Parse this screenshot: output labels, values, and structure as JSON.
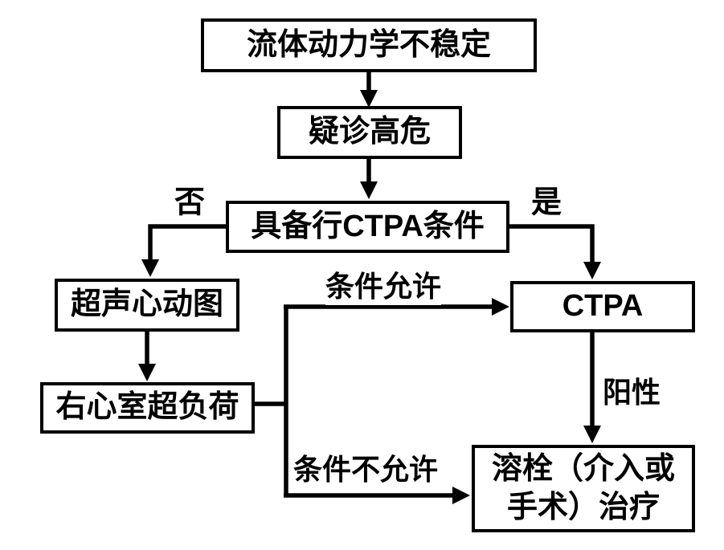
{
  "diagram": {
    "title": "high-risk-pulmonary-embolism-diagnosis-flowchart",
    "background_color": "#ffffff",
    "line_color": "#000000",
    "nodes": {
      "unstable": {
        "label": "流体动力学不稳定"
      },
      "suspect_high_risk": {
        "label": "疑诊高危"
      },
      "ctpa_condition": {
        "label": "具备行CTPA条件"
      },
      "echocardiography": {
        "label": "超声心动图"
      },
      "rv_overload": {
        "label": "右心室超负荷"
      },
      "ctpa": {
        "label": "CTPA"
      },
      "thrombolysis": {
        "label": "溶栓（介入或\n手术）治疗"
      }
    },
    "edge_labels": {
      "no": "否",
      "yes": "是",
      "condition_allows": "条件允许",
      "positive": "阳性",
      "condition_not_allows": "条件不允许"
    },
    "edges": [
      {
        "from": "unstable",
        "to": "suspect_high_risk",
        "label": ""
      },
      {
        "from": "suspect_high_risk",
        "to": "ctpa_condition",
        "label": ""
      },
      {
        "from": "ctpa_condition",
        "to": "echocardiography",
        "label": "否"
      },
      {
        "from": "ctpa_condition",
        "to": "ctpa",
        "label": "是"
      },
      {
        "from": "echocardiography",
        "to": "rv_overload",
        "label": ""
      },
      {
        "from": "rv_overload",
        "to": "ctpa",
        "label": "条件允许"
      },
      {
        "from": "rv_overload",
        "to": "thrombolysis",
        "label": "条件不允许"
      },
      {
        "from": "ctpa",
        "to": "thrombolysis",
        "label": "阳性"
      }
    ]
  }
}
